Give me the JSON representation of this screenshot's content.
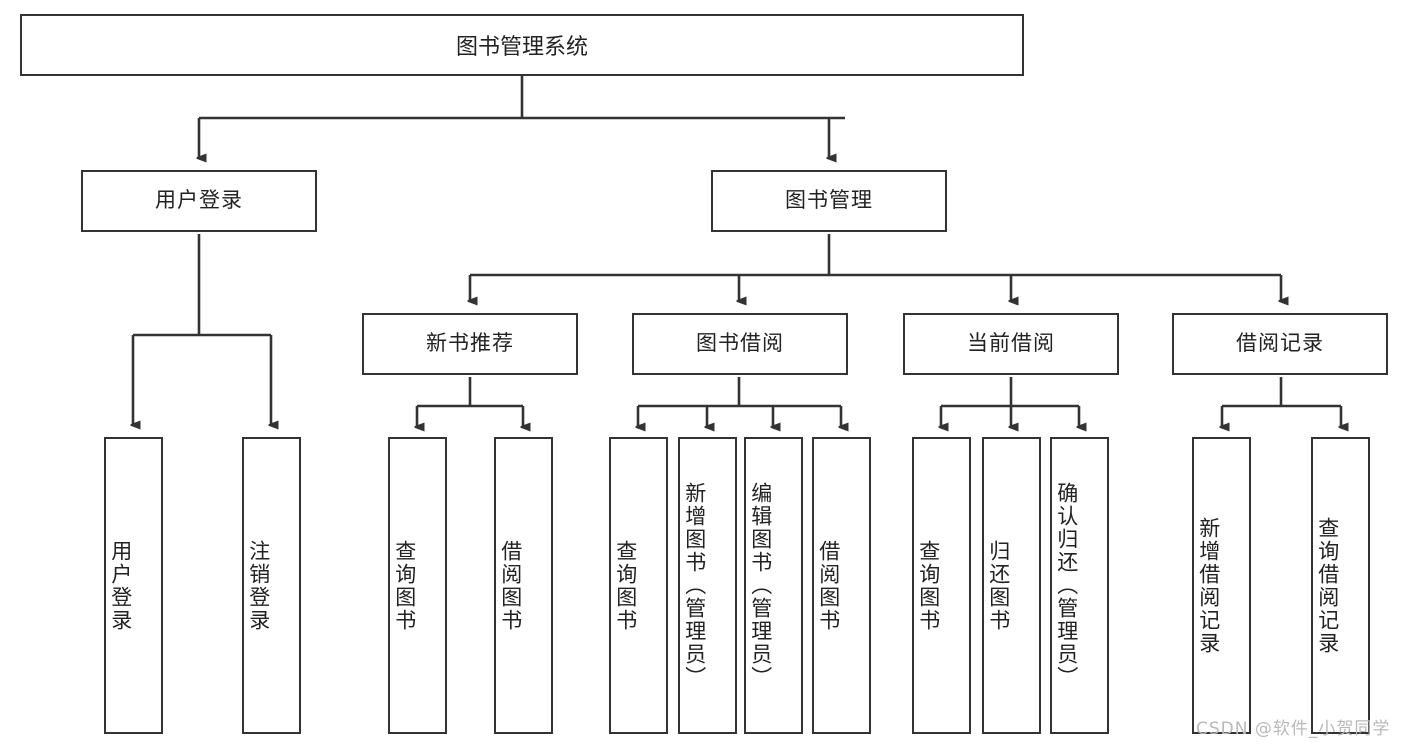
{
  "diagram": {
    "title": "图书管理系统",
    "type": "hierarchy-tree",
    "root": {
      "label": "图书管理系统"
    },
    "level2": [
      {
        "label": "用户登录"
      },
      {
        "label": "图书管理"
      }
    ],
    "level3": [
      {
        "label": "新书推荐"
      },
      {
        "label": "图书借阅"
      },
      {
        "label": "当前借阅"
      },
      {
        "label": "借阅记录"
      }
    ],
    "leaves": {
      "user_login": [
        {
          "label": "用户登录"
        },
        {
          "label": "注销登录"
        }
      ],
      "new_book_recommend": [
        {
          "label": "查询图书"
        },
        {
          "label": "借阅图书"
        }
      ],
      "book_borrow": [
        {
          "label": "查询图书"
        },
        {
          "label": "新增图书（管理员）"
        },
        {
          "label": "编辑图书（管理员）"
        },
        {
          "label": "借阅图书"
        }
      ],
      "current_borrow": [
        {
          "label": "查询图书"
        },
        {
          "label": "归还图书"
        },
        {
          "label": "确认归还（管理员）"
        }
      ],
      "borrow_record": [
        {
          "label": "新增借阅记录"
        },
        {
          "label": "查询借阅记录"
        }
      ]
    },
    "watermark": "CSDN @软件_小贺同学",
    "colors": {
      "box_border": "#333333",
      "box_fill": "#ffffff",
      "connector": "#333333",
      "text": "#222222",
      "watermark": "#b9b9b9"
    }
  }
}
